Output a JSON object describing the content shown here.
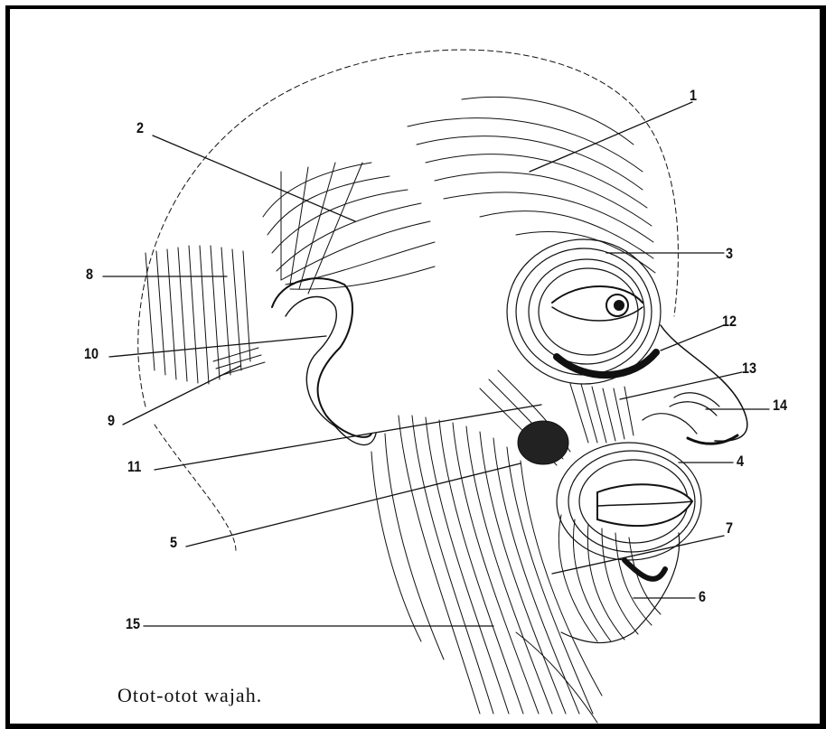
{
  "caption": "Otot-otot wajah.",
  "labels": {
    "l1": "1",
    "l2": "2",
    "l3": "3",
    "l4": "4",
    "l5": "5",
    "l6": "6",
    "l7": "7",
    "l8": "8",
    "l9": "9",
    "l10": "10",
    "l11": "11",
    "l12": "12",
    "l13": "13",
    "l14": "14",
    "l15": "15"
  },
  "colors": {
    "ink": "#111111",
    "paper": "#ffffff",
    "border": "#000000"
  }
}
